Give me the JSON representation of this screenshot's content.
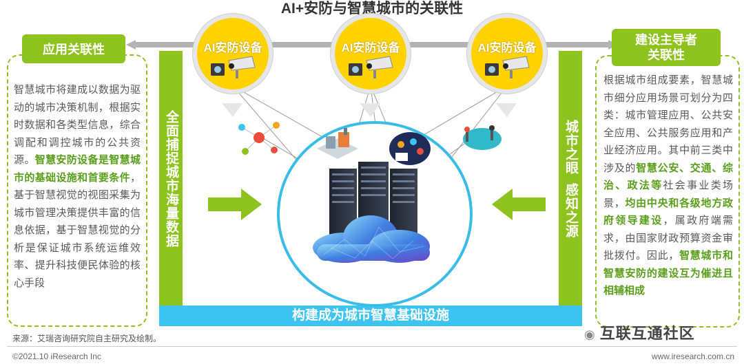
{
  "title": "AI+安防与智慧城市的关联性",
  "left_label": "应用关联性",
  "right_label_line1": "建设主导者",
  "right_label_line2": "关联性",
  "device_label": "AI安防设备",
  "left_text": {
    "p1": "智慧城市将建成以数据为驱动的城市决策机制，根据实时数据和各类型信息，综合调配和调控城市的公共资源。",
    "p2": "智慧安防设备是智慧城市的基础设施和首要条件",
    "p3": "，基于智慧视觉的视图采集为城市管理决策提供丰富的信息依据，基于智慧视觉的分析是保证城市系统运维效率、提升科技便民体验的核心手段"
  },
  "right_text": {
    "p1": "根据城市组成要素，智慧城市细分应用场景可划分为四类：城市管理应用、公共安全应用、公共服务应用和产业经济应用。其中前三类中涉及的",
    "p2": "智慧公安、交通、综治、政法等",
    "p3": "社会事业类场景，",
    "p4": "均由中央和各级地方政府领导建设",
    "p5": "，属政府端需求，由国家财政预算资金审批拨付。因此，",
    "p6": "智慧城市和智慧安防的建设互为催进且相辅相成"
  },
  "vbar_left": "全面捕捉城市海量数据",
  "vbar_right_1": "城市之眼",
  "vbar_right_2": "感知之源",
  "bottom_bar": "构建成为城市智慧基础设施",
  "source": "来源：艾瑞咨询研究院自主研究及绘制。",
  "copyright": "©2021.10 iResearch Inc",
  "site": "www.iresearch.com.cn",
  "watermark": "互联互通社区",
  "colors": {
    "green": "#8dc21f",
    "blue": "#3cc3ef",
    "yellow": "#ffd200",
    "highlight": "#5a9e1c"
  }
}
